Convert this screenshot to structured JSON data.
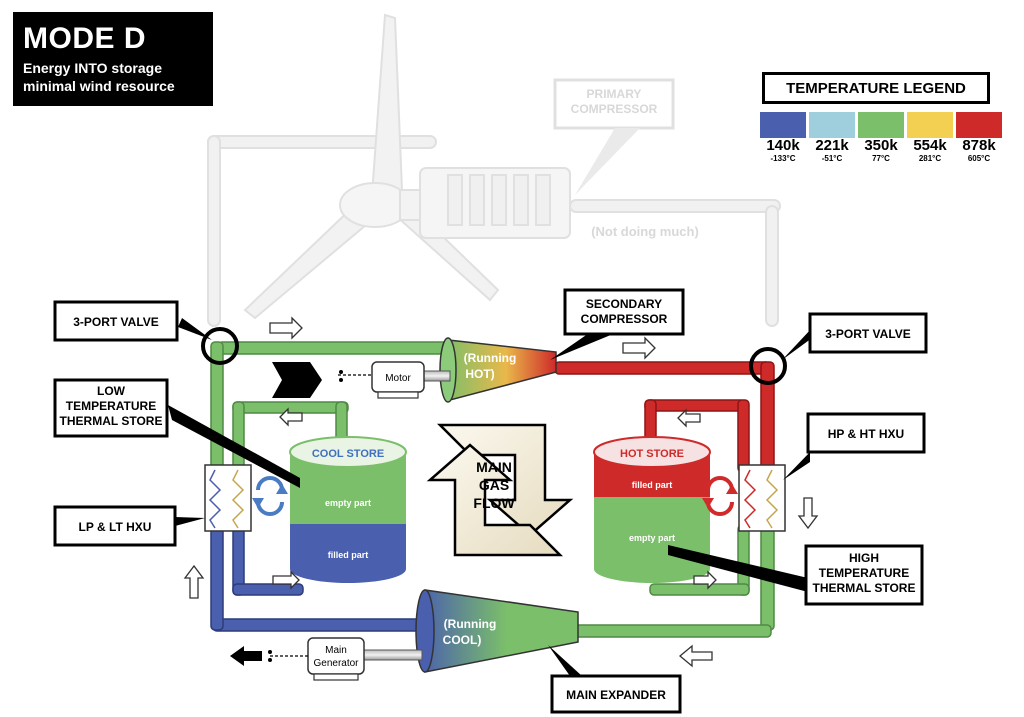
{
  "mode": {
    "title": "MODE D",
    "line1": "Energy INTO storage",
    "line2": "minimal wind resource"
  },
  "legend": {
    "title": "TEMPERATURE LEGEND",
    "items": [
      {
        "kelvin": "140k",
        "celsius": "-133°C",
        "color": "#4a5fae"
      },
      {
        "kelvin": "221k",
        "celsius": "-51°C",
        "color": "#9fcfdd"
      },
      {
        "kelvin": "350k",
        "celsius": "77°C",
        "color": "#7bbf6a"
      },
      {
        "kelvin": "554k",
        "celsius": "281°C",
        "color": "#f3cf52"
      },
      {
        "kelvin": "878k",
        "celsius": "605°C",
        "color": "#cf2a2a"
      }
    ]
  },
  "labels": {
    "primary_compressor_1": "PRIMARY",
    "primary_compressor_2": "COMPRESSOR",
    "not_doing_much": "(Not doing much)",
    "valve_left": "3-PORT VALVE",
    "valve_right": "3-PORT VALVE",
    "secondary_1": "SECONDARY",
    "secondary_2": "COMPRESSOR",
    "running_hot_1": "(Running",
    "running_hot_2": "HOT)",
    "motor": "Motor",
    "lts_1": "LOW",
    "lts_2": "TEMPERATURE",
    "lts_3": "THERMAL STORE",
    "cool_store": "COOL STORE",
    "empty_part_cool": "empty part",
    "filled_part_cool": "filled part",
    "gas_1": "MAIN",
    "gas_2": "GAS",
    "gas_3": "FLOW",
    "hot_store": "HOT STORE",
    "filled_part_hot": "filled part",
    "empty_part_hot": "empty part",
    "hp_ht_hxu": "HP & HT HXU",
    "lp_lt_hxu": "LP & LT HXU",
    "hts_1": "HIGH",
    "hts_2": "TEMPERATURE",
    "hts_3": "THERMAL STORE",
    "running_cool_1": "(Running",
    "running_cool_2": "COOL)",
    "main_gen_1": "Main",
    "main_gen_2": "Generator",
    "main_expander": "MAIN EXPANDER"
  }
}
